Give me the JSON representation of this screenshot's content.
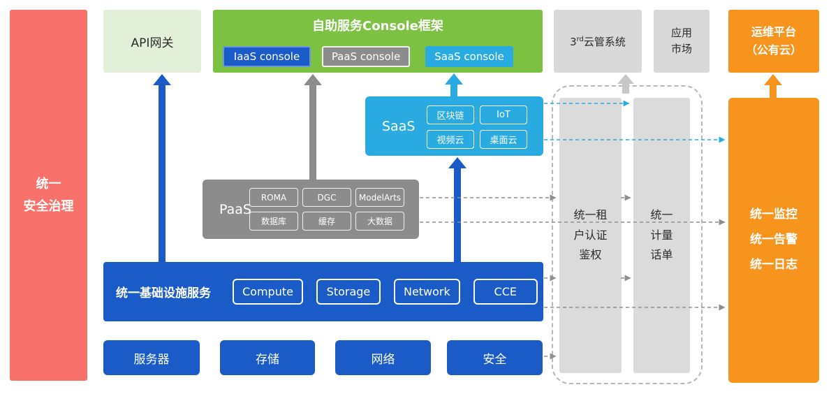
{
  "colors": {
    "red": "#F8716B",
    "light-green": "#E2F0DA",
    "green": "#7CC142",
    "blue": "#1B5BC8",
    "cyan": "#29ABE2",
    "gray": "#8C8C8C",
    "light-gray": "#D9D9D9",
    "bar-gray": "#DBDBDB",
    "orange": "#F7941E",
    "arrow-light-gray": "#C6C6C6",
    "dash-gray": "#8F8F8F",
    "dash-border": "#B7B7B7"
  },
  "left_bar": {
    "label": "统一\n安全治理"
  },
  "api_gateway": {
    "label": "API网关"
  },
  "console_frame": {
    "title": "自助服务Console框架",
    "consoles": [
      {
        "label": "IaaS console"
      },
      {
        "label": "PaaS console"
      },
      {
        "label": "SaaS console"
      }
    ]
  },
  "third_party_cloud": {
    "num": "3",
    "sup": "rd",
    "text": "云管系统"
  },
  "app_market": {
    "label": "应用\n市场"
  },
  "ops_platform": {
    "label": "运维平台\n（公有云）"
  },
  "saas": {
    "label": "SaaS",
    "items": [
      "区块链",
      "IoT",
      "视频云",
      "桌面云"
    ]
  },
  "paas": {
    "label": "PaaS",
    "items": [
      "ROMA",
      "DGC",
      "ModelArts",
      "数据库",
      "缓存",
      "大数据"
    ]
  },
  "iaas": {
    "label": "统一基础设施服务",
    "items": [
      "Compute",
      "Storage",
      "Network",
      "CCE"
    ]
  },
  "resources": [
    "服务器",
    "存储",
    "网络",
    "安全"
  ],
  "auth_bar": {
    "label": "统一租\n户认证\n鉴权"
  },
  "metering_bar": {
    "label": "统一\n计量\n话单"
  },
  "monitor_bar": {
    "label": "统一监控\n统一告警\n统一日志"
  }
}
